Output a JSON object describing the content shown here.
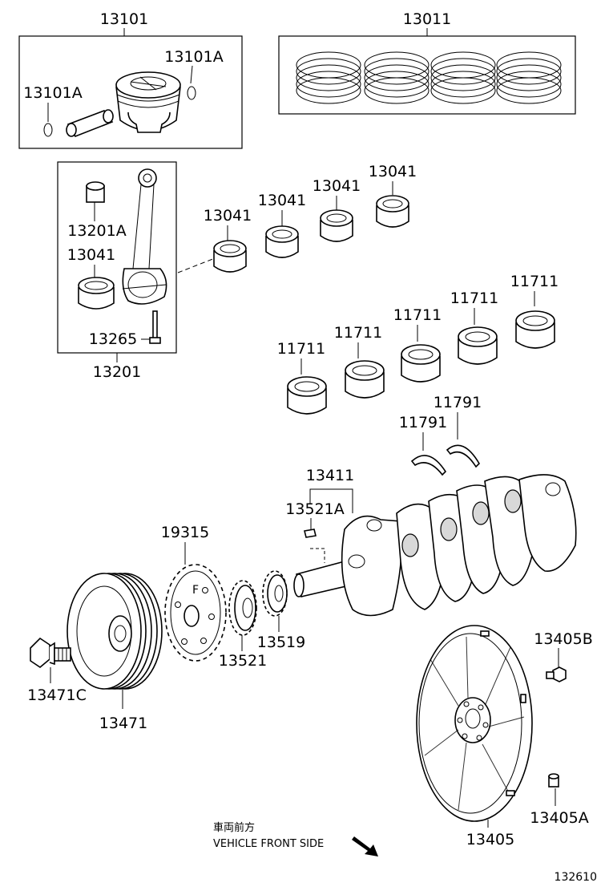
{
  "labels": {
    "p13101": "13101",
    "p13011": "13011",
    "p13101A_right": "13101A",
    "p13101A_left": "13101A",
    "p13201": "13201",
    "p13201A": "13201A",
    "p13041_box": "13041",
    "p13265": "13265",
    "p13041_1": "13041",
    "p13041_2": "13041",
    "p13041_3": "13041",
    "p13041_4": "13041",
    "p11711_1": "11711",
    "p11711_2": "11711",
    "p11711_3": "11711",
    "p11711_4": "11711",
    "p11711_5": "11711",
    "p11791_1": "11791",
    "p11791_2": "11791",
    "p13411": "13411",
    "p13521A": "13521A",
    "p19315": "19315",
    "p13521": "13521",
    "p13519": "13519",
    "p13471C": "13471C",
    "p13471": "13471",
    "p13405B": "13405B",
    "p13405A": "13405A",
    "p13405": "13405"
  },
  "sprocket_mark": "F",
  "front_note": {
    "jp": "車両前方",
    "en": "VEHICLE FRONT SIDE"
  },
  "diagram_ref": "132610",
  "icons": [
    "piston",
    "piston-ring-set",
    "connecting-rod",
    "bearing",
    "thrust-washer",
    "crankshaft",
    "crank-pulley",
    "timing-sprocket",
    "drive-plate",
    "bolt",
    "arrow"
  ]
}
